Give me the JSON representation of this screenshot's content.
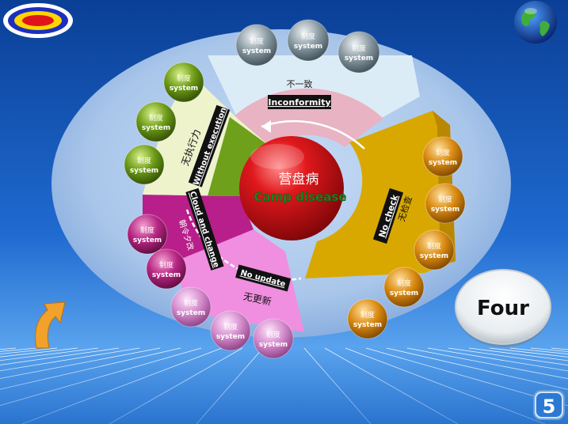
{
  "center": {
    "title_cn": "营盘病",
    "title_en": "Camp disease"
  },
  "badge": {
    "text": "Four"
  },
  "slide_number": "5",
  "segments": {
    "inconformity": {
      "label_en": "Inconformity",
      "label_cn": "不一致",
      "color": "#e8b3c2",
      "bubbles": [
        {
          "line1": "制度",
          "line2": "system"
        },
        {
          "line1": "制度",
          "line2": "system"
        },
        {
          "line1": "制度",
          "line2": "system"
        }
      ]
    },
    "no_check": {
      "label_en": "No check",
      "label_cn": "无检查",
      "color": "#d9a800",
      "bubbles": [
        {
          "line1": "制度",
          "line2": "system"
        },
        {
          "line1": "制度",
          "line2": "system"
        },
        {
          "line1": "制度",
          "line2": "system"
        },
        {
          "line1": "制度",
          "line2": "system"
        },
        {
          "line1": "制度",
          "line2": "system"
        }
      ]
    },
    "no_update": {
      "label_en": "No update",
      "label_cn": "无更新",
      "color": "#f08ee0",
      "bubbles": [
        {
          "line1": "制度",
          "line2": "system"
        },
        {
          "line1": "制度",
          "line2": "system"
        },
        {
          "line1": "制度",
          "line2": "system"
        }
      ]
    },
    "cloud_change": {
      "label_en": "Cloud and change",
      "label_cn": "朝令夕改",
      "color": "#b81f8a",
      "bubbles": [
        {
          "line1": "制度",
          "line2": "system"
        },
        {
          "line1": "制度",
          "line2": "system"
        }
      ]
    },
    "without_execution": {
      "label_en": "Without execution",
      "label_cn": "无执行力",
      "color": "#6fa01c",
      "bubbles": [
        {
          "line1": "制度",
          "line2": "system"
        },
        {
          "line1": "制度",
          "line2": "system"
        },
        {
          "line1": "制度",
          "line2": "system"
        }
      ]
    }
  }
}
